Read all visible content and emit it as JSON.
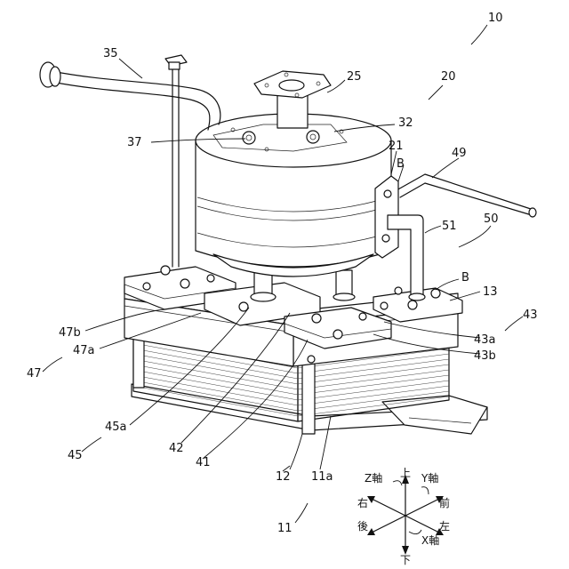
{
  "labels": {
    "assembly": "10",
    "pump": "20",
    "valve_unit": "50",
    "plate_stack": "11",
    "pipe_35": "35",
    "port_25": "25",
    "cover_32": "32",
    "cap_37": "37",
    "bracket_21": "21",
    "detail_b_top": "B",
    "pipe_49": "49",
    "tube_51": "51",
    "detail_b_right": "B",
    "plate_13": "13",
    "clamp_43": "43",
    "clamp_43a": "43a",
    "clamp_43b": "43b",
    "clamp_47b": "47b",
    "clamp_47a": "47a",
    "clamp_47": "47",
    "clamp_45a": "45a",
    "clamp_45": "45",
    "part_42": "42",
    "part_41": "41",
    "part_12": "12",
    "part_11a": "11a"
  },
  "axes": {
    "z_axis": "Z軸",
    "y_axis": "Y軸",
    "x_axis": "X軸",
    "up": "上",
    "down": "下",
    "front": "前",
    "back": "後",
    "left": "左",
    "right": "右"
  }
}
